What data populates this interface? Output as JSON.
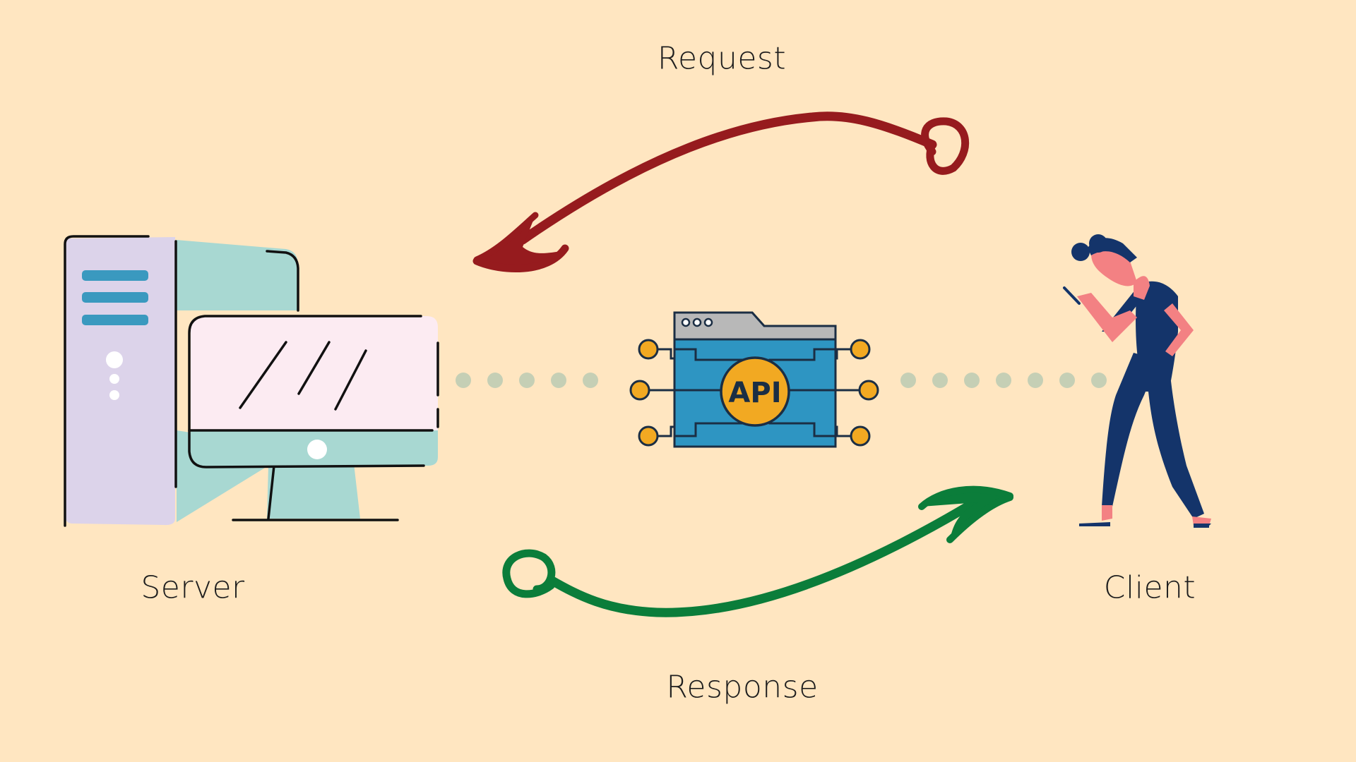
{
  "labels": {
    "request": "Request",
    "response": "Response",
    "server": "Server",
    "client": "Client",
    "api": "API"
  },
  "colors": {
    "background": "#FFE6C1",
    "request_arrow": "#961B1E",
    "response_arrow": "#0B7D3A",
    "dots": "#C5CFB5",
    "api_blue": "#2E95C2",
    "api_orange": "#F2A922",
    "api_header": "#B8B8B8",
    "client_navy": "#14346A",
    "client_skin": "#F38183",
    "server_tower": "#DCD3EA",
    "server_back": "#A8D8D2",
    "server_screen": "#FCEBF2"
  },
  "icons": {
    "server": "server-computer-icon",
    "api": "api-folder-icon",
    "client": "person-with-phone-icon"
  }
}
